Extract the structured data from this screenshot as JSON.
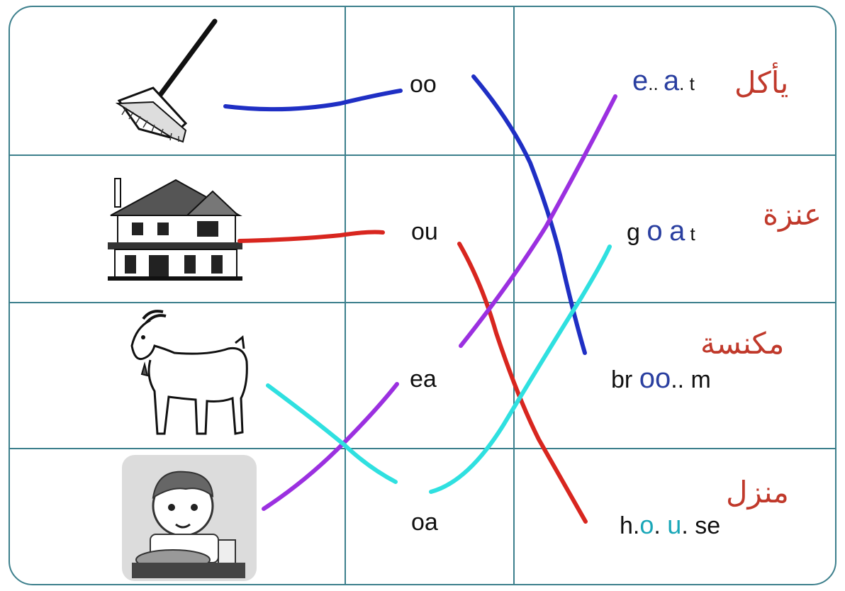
{
  "left_column": {
    "pictures": [
      "broom-picture",
      "house-picture",
      "goat-picture",
      "boy-eating-picture"
    ]
  },
  "middle_column": {
    "patterns": [
      "oo",
      "ou",
      "ea",
      "oa"
    ]
  },
  "right_column": {
    "words": [
      {
        "parts": [
          "e",
          ".. ",
          "a",
          ". t"
        ],
        "arabic": "يأكل"
      },
      {
        "parts": [
          "g ",
          "o",
          " ",
          "a",
          " t"
        ],
        "arabic": "عنزة"
      },
      {
        "parts": [
          "br ",
          "o",
          "o",
          ".. m"
        ],
        "arabic": "مكنسة"
      },
      {
        "parts": [
          "h.",
          "o",
          ". ",
          "u",
          ". se"
        ],
        "arabic": "منزل"
      }
    ]
  },
  "line_colors": {
    "blue": "#1f2fc4",
    "red": "#d8261f",
    "purple": "#9b30e0",
    "cyan": "#2fe0e0",
    "grid": "#3c7f8c",
    "arabic": "#c0392b"
  }
}
